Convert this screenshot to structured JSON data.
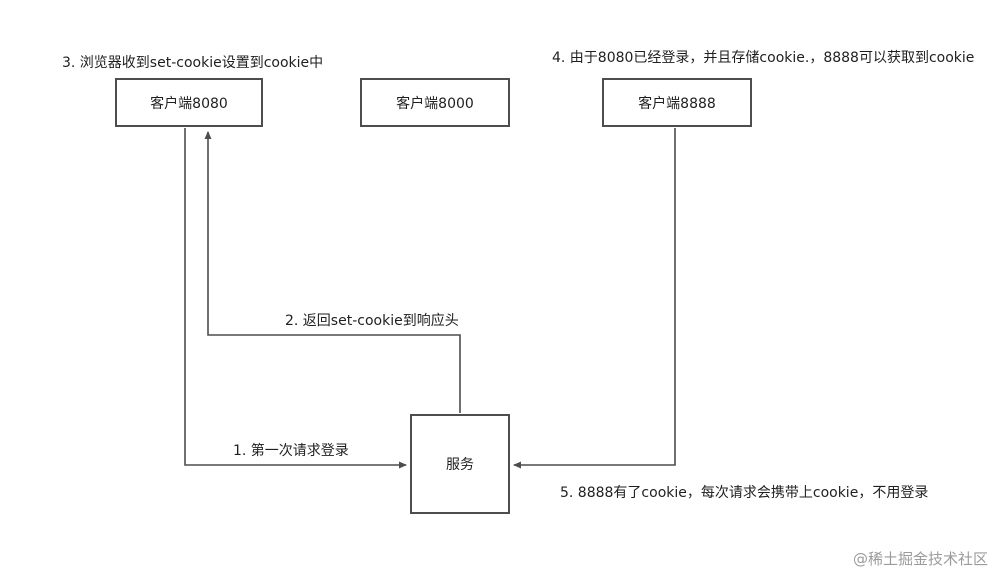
{
  "diagram": {
    "boxes": {
      "client8080": {
        "label": "客户端8080"
      },
      "client8000": {
        "label": "客户端8000"
      },
      "client8888": {
        "label": "客户端8888"
      },
      "server": {
        "label": "服务"
      }
    },
    "annotations": {
      "step1": "1. 第一次请求登录",
      "step2": "2. 返回set-cookie到响应头",
      "step3": "3. 浏览器收到set-cookie设置到cookie中",
      "step4": "4. 由于8080已经登录，并且存储cookie.，8888可以获取到cookie",
      "step5": "5. 8888有了cookie，每次请求会携带上cookie，不用登录"
    },
    "arrows": {
      "login_request": "from client8080 down then right into server (step 1)",
      "set_cookie_response": "from server up then left then up into client8080 (step 2)",
      "cookie_request_8888": "from client8888 down then left into server (step 5)"
    },
    "colors": {
      "line": "#4d4d4d",
      "box_border": "#4d4d4d",
      "text": "#1f1f1f",
      "watermark": "#9b9b9b",
      "background": "#ffffff"
    },
    "watermark": "@稀土掘金技术社区"
  }
}
